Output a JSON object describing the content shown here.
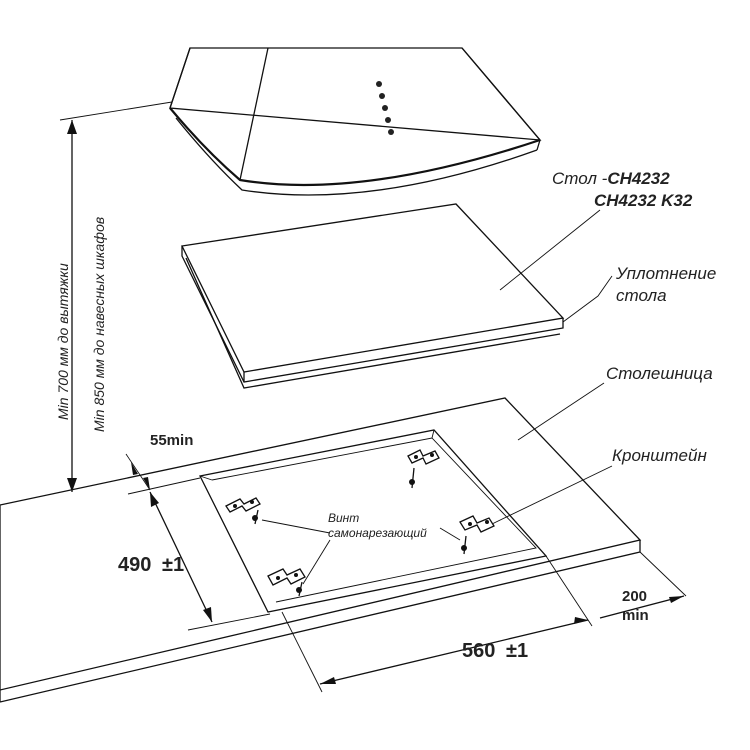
{
  "labels": {
    "table_prefix": "Стол -",
    "model_1": "CH4232",
    "model_2": "CH4232 K32",
    "seal_line1": "Уплотнение",
    "seal_line2": "стола",
    "countertop": "Столешница",
    "bracket": "Кронштейн",
    "screw_line1": "Винт",
    "screw_line2": "самонарезающий"
  },
  "dimensions": {
    "depth": "490",
    "depth_tol": "±1",
    "width": "560",
    "width_tol": "±1",
    "front_gap": "55min",
    "side_gap_value": "200",
    "side_gap_unit": "min",
    "hood_clearance": "Min 700 мм до вытяжки",
    "cabinet_clearance": "Min 850 мм до навесных шкафов"
  }
}
